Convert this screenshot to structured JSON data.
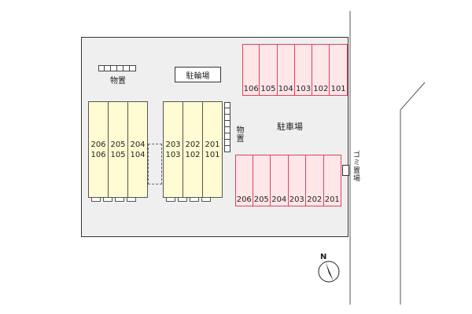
{
  "labels": {
    "storage_top": "物置",
    "bicycle_parking": "駐輪場",
    "storage_right": "物置",
    "parking": "駐車場",
    "garbage": "ゴミ置場"
  },
  "parking_top": [
    "106",
    "105",
    "104",
    "103",
    "102",
    "101"
  ],
  "parking_bottom": [
    "206",
    "205",
    "204",
    "203",
    "202",
    "201"
  ],
  "building_left": [
    {
      "upper": "206",
      "lower": "106"
    },
    {
      "upper": "205",
      "lower": "105"
    },
    {
      "upper": "204",
      "lower": "104"
    }
  ],
  "building_right": [
    {
      "upper": "203",
      "lower": "103"
    },
    {
      "upper": "202",
      "lower": "102"
    },
    {
      "upper": "201",
      "lower": "101"
    }
  ],
  "compass": {
    "label": "N"
  },
  "colors": {
    "lot_fill": "#efefef",
    "parking_fill": "#ffe6e9",
    "parking_border": "#e0425a",
    "building_fill": "#fffbd2"
  }
}
